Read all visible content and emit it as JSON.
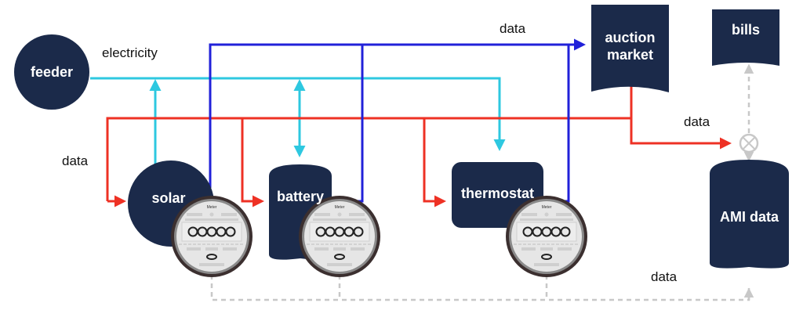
{
  "nodes": {
    "feeder": "feeder",
    "solar": "solar",
    "battery": "battery",
    "thermostat": "thermostat",
    "auction_market": "auction\nmarket",
    "bills": "bills",
    "ami_data": "AMI data"
  },
  "edge_labels": {
    "electricity": "electricity",
    "data_left": "data",
    "data_top": "data",
    "data_right": "data",
    "data_bottom": "data"
  },
  "meter_label": "Meter",
  "colors": {
    "node_fill": "#1b2a4a",
    "electricity": "#2ec8e0",
    "data_red": "#ee3124",
    "data_blue": "#2121d9",
    "dotted_gray": "#c8c8c8"
  }
}
